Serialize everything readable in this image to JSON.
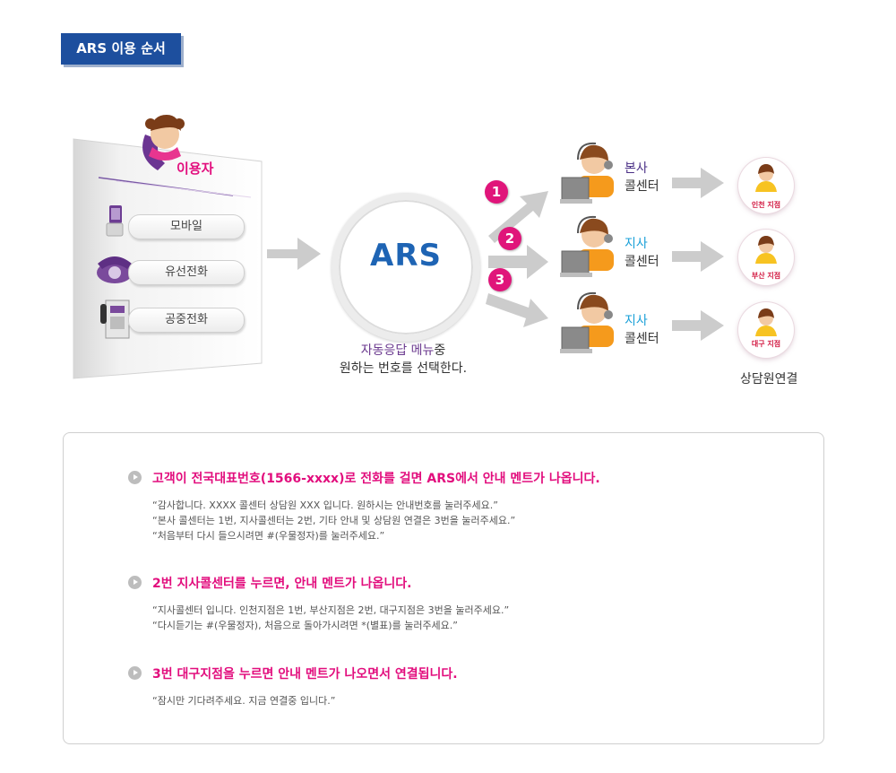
{
  "header": {
    "title": "ARS 이용 순서"
  },
  "user": {
    "label": "이용자",
    "devices": [
      "모바일",
      "유선전화",
      "공중전화"
    ]
  },
  "ars": {
    "label": "ARS",
    "caption_highlight": "자동응답 메뉴",
    "caption_rest": "중",
    "caption_line2": "원하는 번호를 선택한다."
  },
  "steps": [
    "1",
    "2",
    "3"
  ],
  "centers": [
    {
      "top": "본사",
      "bottom": "콜센터",
      "top_color": "#4a2f86"
    },
    {
      "top": "지사",
      "bottom": "콜센터",
      "top_color": "#1aa0d8"
    },
    {
      "top": "지사",
      "bottom": "콜센터",
      "top_color": "#1aa0d8"
    }
  ],
  "branches": [
    "인천 지점",
    "부산 지점",
    "대구 지점"
  ],
  "connect_label": "상담원연결",
  "info": {
    "sections": [
      {
        "title": "고객이 전국대표번호(1566-xxxx)로 전화를 걸면 ARS에서 안내 멘트가 나옵니다.",
        "lines": [
          "“감사합니다. XXXX 콜센터 상담원 XXX 입니다. 원하시는 안내번호를 눌러주세요.”",
          "“본사 콜센터는 1번, 지사콜센터는 2번, 기타 안내 및 상담원 연결은 3번을 눌러주세요.”",
          "“처음부터 다시 들으시려면 #(우물정자)를 눌러주세요.”"
        ]
      },
      {
        "title": "2번 지사콜센터를 누르면, 안내 멘트가 나옵니다.",
        "lines": [
          "“지사콜센터 입니다. 인천지점은 1번, 부산지점은 2번, 대구지점은 3번을 눌러주세요.”",
          "“다시듣기는 #(우물정자), 처음으로 돌아가시려면 *(별표)를 눌러주세요.”"
        ]
      },
      {
        "title": "3번 대구지점을 누르면 안내 멘트가 나오면서 연결됩니다.",
        "lines": [
          "“잠시만 기다려주세요. 지금 연결중 입니다.”"
        ]
      }
    ]
  },
  "colors": {
    "title_bg": "#1d4f9e",
    "accent_pink": "#e20d7d",
    "ars_blue": "#1e64b4",
    "arrow_gray": "#c8c8c8"
  }
}
